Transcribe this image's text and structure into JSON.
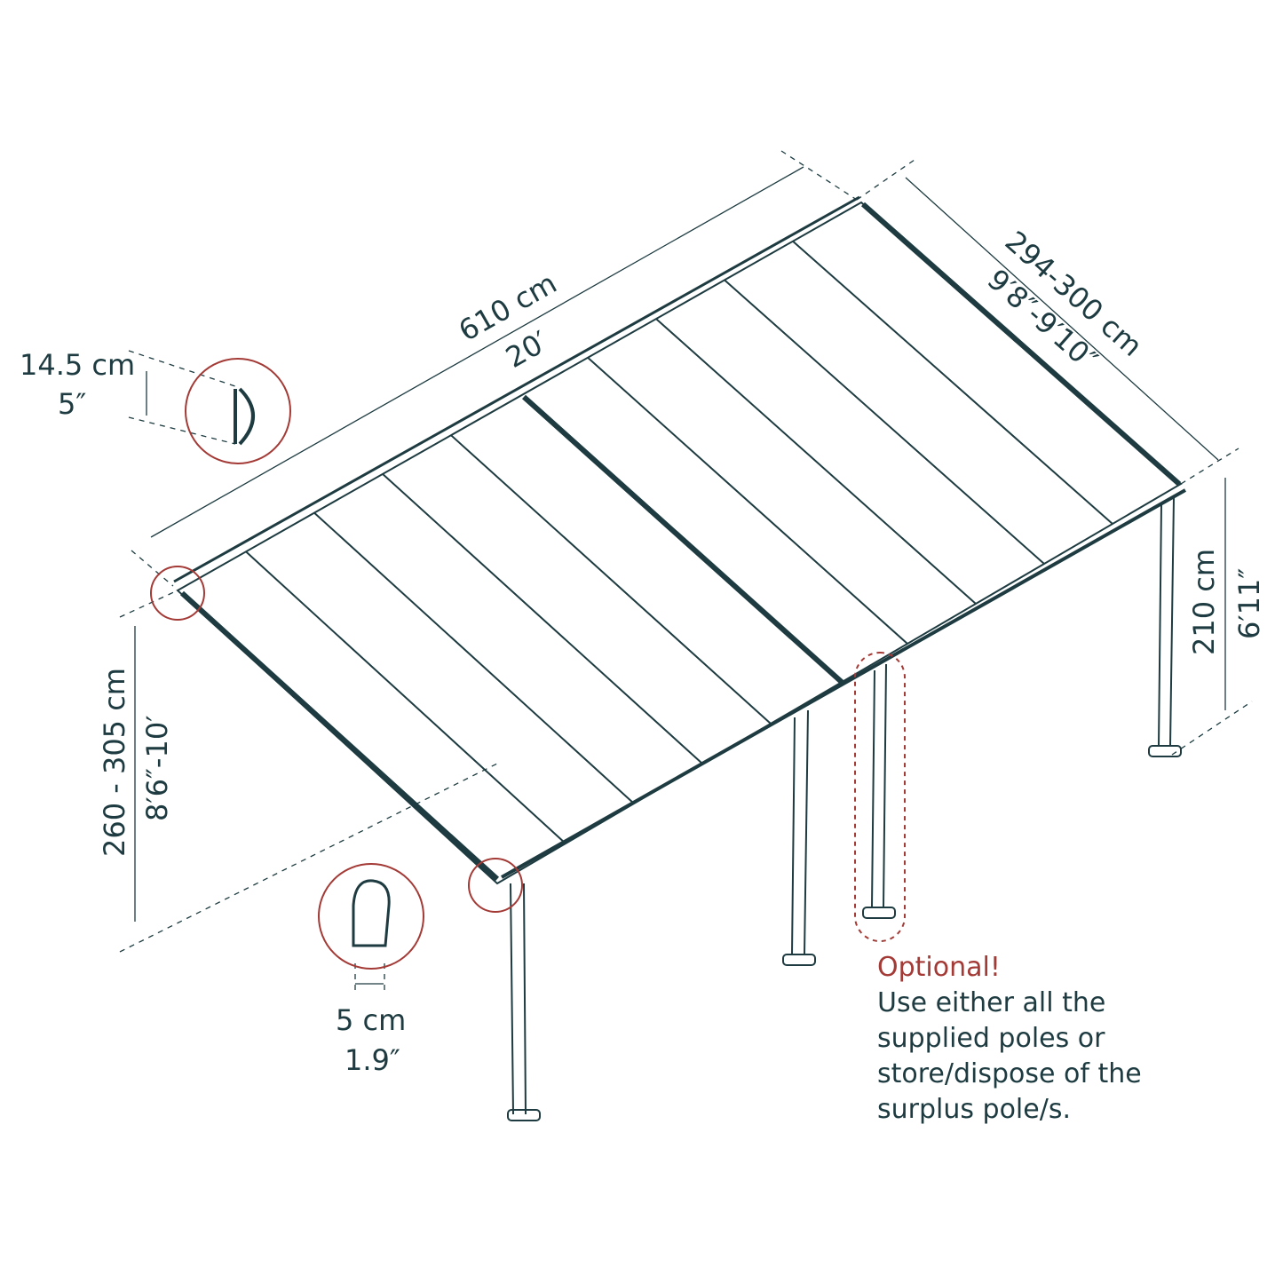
{
  "colors": {
    "line": "#1d3b40",
    "highlight": "#a33a36"
  },
  "dimensions": {
    "length_cm": "610 cm",
    "length_ft": "20′",
    "depth_cm": "294-300 cm",
    "depth_ft": "9′8″-9′10″",
    "wall_height_cm": "260 - 305 cm",
    "wall_height_ft": "8′6″-10′",
    "front_height_cm": "210 cm",
    "front_height_ft": "6′11″",
    "profile_cm": "14.5 cm",
    "profile_in": "5″",
    "pole_cm": "5 cm",
    "pole_in": "1.9″"
  },
  "note": {
    "title": "Optional!",
    "lines": [
      "Use either all the",
      "supplied poles or",
      "store/dispose of the",
      "surplus pole/s."
    ]
  }
}
